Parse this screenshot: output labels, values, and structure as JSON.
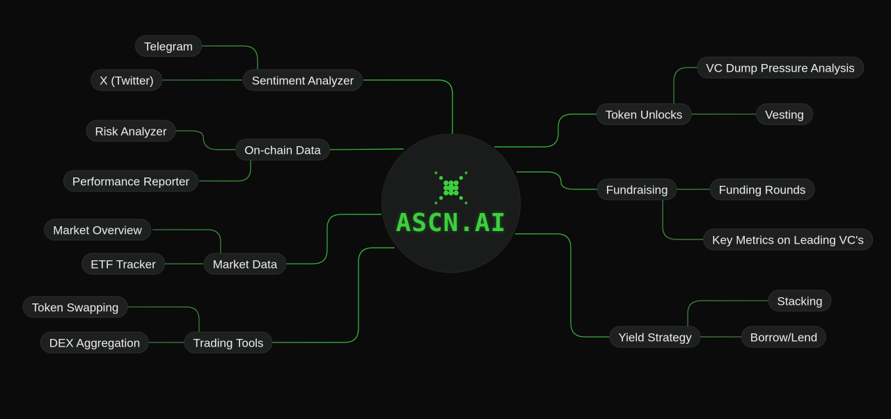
{
  "hub": {
    "title": "ASCN.AI",
    "logo_icon": "x-dot-icon"
  },
  "colors": {
    "background": "#0b0b0b",
    "accent": "#3ad13c",
    "pill": "#1e201f",
    "text": "#ededed"
  },
  "categories": [
    {
      "key": "sentiment",
      "label": "Sentiment Analyzer",
      "children": [
        "Telegram",
        "X (Twitter)"
      ]
    },
    {
      "key": "onchain",
      "label": "On-chain Data",
      "children": [
        "Risk Analyzer",
        "Performance Reporter"
      ]
    },
    {
      "key": "market",
      "label": "Market Data",
      "children": [
        "Market Overview",
        "ETF Tracker"
      ]
    },
    {
      "key": "trading",
      "label": "Trading Tools",
      "children": [
        "Token Swapping",
        "DEX Aggregation"
      ]
    },
    {
      "key": "unlocks",
      "label": "Token Unlocks",
      "children": [
        "VC Dump Pressure Analysis",
        "Vesting"
      ]
    },
    {
      "key": "fundraising",
      "label": "Fundraising",
      "children": [
        "Funding Rounds",
        "Key Metrics on Leading VC's"
      ]
    },
    {
      "key": "yield",
      "label": "Yield Strategy",
      "children": [
        "Stacking",
        "Borrow/Lend"
      ]
    }
  ]
}
